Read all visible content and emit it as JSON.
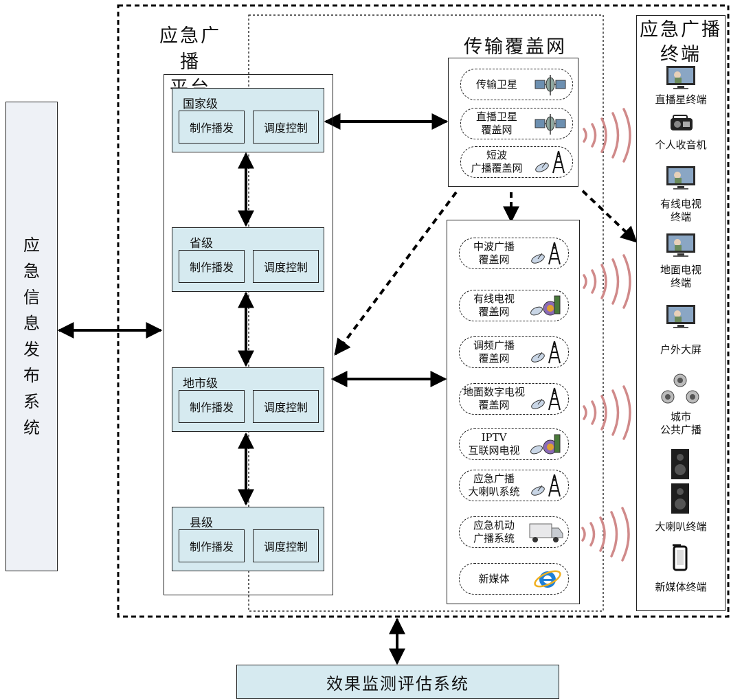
{
  "left_system": [
    "应",
    "急",
    "信",
    "息",
    "发",
    "布",
    "系",
    "统"
  ],
  "platform": {
    "title": "应急广播\n平台",
    "levels": [
      {
        "label": "国家级",
        "produce": "制作播发",
        "control": "调度控制"
      },
      {
        "label": "省级",
        "produce": "制作播发",
        "control": "调度控制"
      },
      {
        "label": "地市级",
        "produce": "制作播发",
        "control": "调度控制"
      },
      {
        "label": "县级",
        "produce": "制作播发",
        "control": "调度控制"
      }
    ]
  },
  "transmission": {
    "title": "传输覆盖网",
    "upper": [
      {
        "label": "传输卫星",
        "icon": "satellite-icon"
      },
      {
        "label": "直播卫星\n覆盖网",
        "icon": "satellite-icon"
      },
      {
        "label": "短波\n广播覆盖网",
        "icon": "broadcast-tower-icon"
      }
    ],
    "lower": [
      {
        "label": "中波广播\n覆盖网",
        "icon": "broadcast-tower-icon"
      },
      {
        "label": "有线电视\n覆盖网",
        "icon": "cable-network-icon"
      },
      {
        "label": "调频广播\n覆盖网",
        "icon": "broadcast-tower-icon"
      },
      {
        "label": "地面数字电视\n覆盖网",
        "icon": "broadcast-tower-icon"
      },
      {
        "label": "IPTV\n互联网电视",
        "icon": "cable-network-icon"
      },
      {
        "label": "应急广播\n大喇叭系统",
        "icon": "broadcast-tower-icon"
      },
      {
        "label": "应急机动\n广播系统",
        "icon": "truck-icon"
      },
      {
        "label": "新媒体",
        "icon": "internet-explorer-icon"
      }
    ]
  },
  "terminals": {
    "title": "应急广播\n终端",
    "items": [
      {
        "label": "直播星终端",
        "icon": "tv-icon"
      },
      {
        "label": "个人收音机",
        "icon": "radio-icon"
      },
      {
        "label": "有线电视\n终端",
        "icon": "tv-icon"
      },
      {
        "label": "地面电视\n终端",
        "icon": "tv-icon"
      },
      {
        "label": "户外大屏",
        "icon": "tv-icon"
      },
      {
        "label": "城市\n公共广播",
        "icon": "speaker-icon"
      },
      {
        "label": "大喇叭终端",
        "icon": "loudspeaker-cabinet-icon"
      },
      {
        "label": "新媒体终端",
        "icon": "phone-icon"
      }
    ]
  },
  "bottom_system": "效果监测评估系统",
  "colors": {
    "box_fill": "#d6eaf0",
    "side_fill": "#eef1f6",
    "wave": "#d08a8a"
  }
}
